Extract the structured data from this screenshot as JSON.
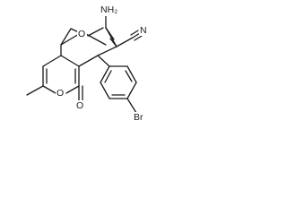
{
  "structure": {
    "labels": {
      "amino": "NH₂",
      "nitrile_n": "N",
      "ring_oxygen_top": "O",
      "ring_oxygen_bottom": "O",
      "carbonyl_oxygen": "O",
      "bromine": "Br"
    }
  }
}
